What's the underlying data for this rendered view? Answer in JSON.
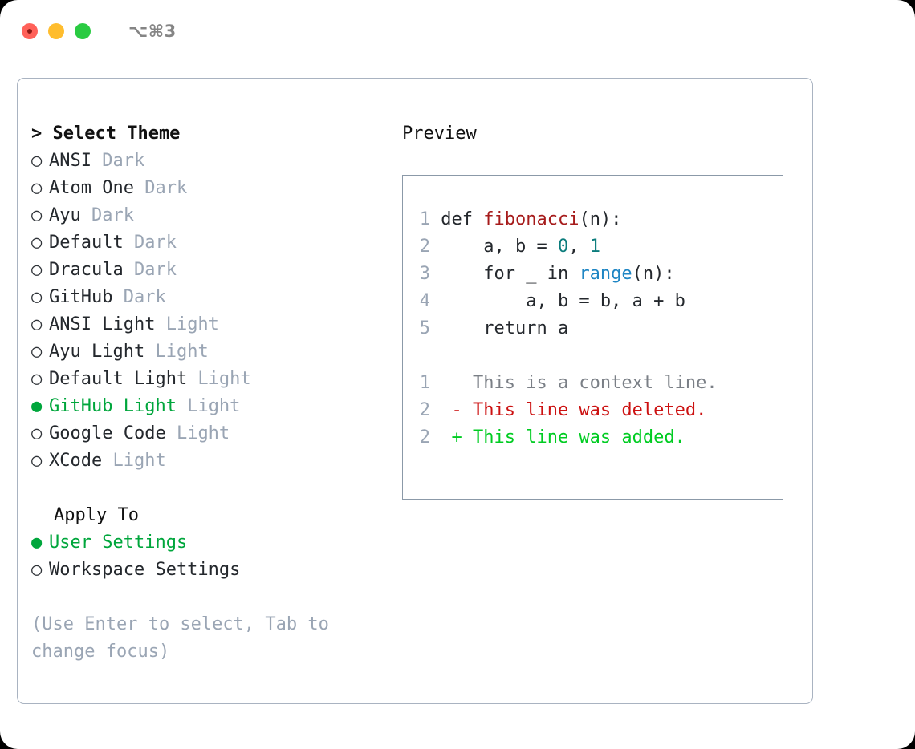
{
  "window": {
    "shortcut": "⌥⌘3",
    "traffic_lights": [
      {
        "name": "close",
        "color": "#ff6159"
      },
      {
        "name": "minimize",
        "color": "#ffbd2e"
      },
      {
        "name": "zoom",
        "color": "#2acb42"
      }
    ]
  },
  "theme_picker": {
    "heading": "> Select Theme",
    "caret": ">",
    "heading_label": "Select Theme",
    "radio_off": "○",
    "radio_on": "●",
    "selected_color": "#00a63c",
    "muted_color": "#9aa5b4",
    "options": [
      {
        "label": "ANSI",
        "suffix": "Dark",
        "selected": false
      },
      {
        "label": "Atom One",
        "suffix": "Dark",
        "selected": false
      },
      {
        "label": "Ayu",
        "suffix": "Dark",
        "selected": false
      },
      {
        "label": "Default",
        "suffix": "Dark",
        "selected": false
      },
      {
        "label": "Dracula",
        "suffix": "Dark",
        "selected": false
      },
      {
        "label": "GitHub",
        "suffix": "Dark",
        "selected": false
      },
      {
        "label": "ANSI Light",
        "suffix": "Light",
        "selected": false
      },
      {
        "label": "Ayu Light",
        "suffix": "Light",
        "selected": false
      },
      {
        "label": "Default Light",
        "suffix": "Light",
        "selected": false
      },
      {
        "label": "GitHub Light",
        "suffix": "Light",
        "selected": true
      },
      {
        "label": "Google Code",
        "suffix": "Light",
        "selected": false
      },
      {
        "label": "XCode",
        "suffix": "Light",
        "selected": false
      }
    ]
  },
  "apply_to": {
    "title": "Apply To",
    "options": [
      {
        "label": "User Settings",
        "selected": true
      },
      {
        "label": "Workspace Settings",
        "selected": false
      }
    ]
  },
  "hint": "(Use Enter to select, Tab to change focus)",
  "preview": {
    "title": "Preview",
    "code_lines": [
      {
        "num": "1",
        "tokens": [
          {
            "text": "def ",
            "type": "plain"
          },
          {
            "text": "fibonacci",
            "type": "fn"
          },
          {
            "text": "(n):",
            "type": "plain"
          }
        ]
      },
      {
        "num": "2",
        "tokens": [
          {
            "text": "    a, b = ",
            "type": "plain"
          },
          {
            "text": "0",
            "type": "num"
          },
          {
            "text": ", ",
            "type": "plain"
          },
          {
            "text": "1",
            "type": "num"
          }
        ]
      },
      {
        "num": "3",
        "tokens": [
          {
            "text": "    for _ in ",
            "type": "plain"
          },
          {
            "text": "range",
            "type": "call"
          },
          {
            "text": "(n):",
            "type": "plain"
          }
        ]
      },
      {
        "num": "4",
        "tokens": [
          {
            "text": "        a, b = b, a + b",
            "type": "plain"
          }
        ]
      },
      {
        "num": "5",
        "tokens": [
          {
            "text": "    return a",
            "type": "plain"
          }
        ]
      }
    ],
    "diff_lines": [
      {
        "num": "1",
        "marker": " ",
        "text": " This is a context line.",
        "type": "ctx"
      },
      {
        "num": "2",
        "marker": "-",
        "text": " This line was deleted.",
        "type": "del"
      },
      {
        "num": "2",
        "marker": "+",
        "text": " This line was added.",
        "type": "add"
      }
    ],
    "colors": {
      "function": "#a61b1b",
      "number": "#0b7c7c",
      "call": "#1f86c4",
      "context": "#7a7f86",
      "deleted": "#cc1111",
      "added": "#00cc22"
    }
  }
}
